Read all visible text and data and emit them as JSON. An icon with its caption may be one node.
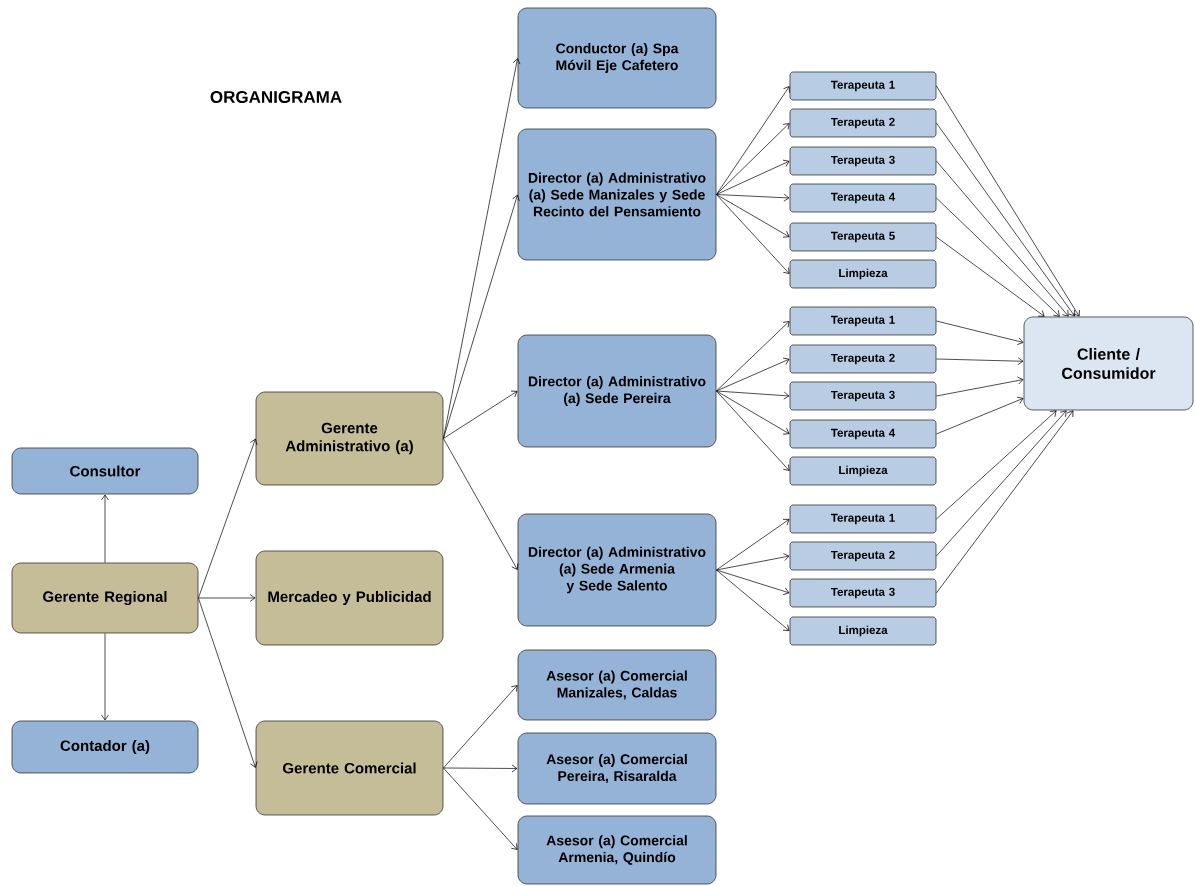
{
  "diagram": {
    "title": "ORGANIGRAMA",
    "nodes": [
      {
        "text": [
          "Consultor"
        ]
      },
      {
        "text": [
          "Gerente Regional"
        ]
      },
      {
        "text": [
          "Contador (a)"
        ]
      },
      {
        "text": [
          "Gerente Administrativo (a)"
        ]
      },
      {
        "text": [
          "Mercadeo y Publicidad"
        ]
      },
      {
        "text": [
          "Gerente Comercial"
        ]
      },
      {
        "text": [
          "Conductor (a) Spa Móvil Eje Cafetero"
        ]
      },
      {
        "text": [
          "Director (a) Administrativo (a) Sede Manizales y Sede Recinto del Pensamiento"
        ]
      },
      {
        "text": [
          "Director (a) Administrativo (a) Sede Pereira"
        ]
      },
      {
        "text": [
          "Director (a) Administrativo (a) Sede Armenia y Sede Salento"
        ]
      },
      {
        "text": [
          "Asesor (a) Comercial Manizales, Caldas"
        ]
      },
      {
        "text": [
          "Asesor (a) Comercial Pereira, Risaralda"
        ]
      },
      {
        "text": [
          "Asesor (a) Comercial Armenia, Quindío"
        ]
      },
      {
        "text": [
          "Terapeuta 1"
        ]
      },
      {
        "text": [
          "Terapeuta 2"
        ]
      },
      {
        "text": [
          "Terapeuta 3"
        ]
      },
      {
        "text": [
          "Terapeuta 4"
        ]
      },
      {
        "text": [
          "Terapeuta 5"
        ]
      },
      {
        "text": [
          "Limpieza"
        ]
      },
      {
        "text": [
          "Terapeuta 1"
        ]
      },
      {
        "text": [
          "Terapeuta 2"
        ]
      },
      {
        "text": [
          "Terapeuta 3"
        ]
      },
      {
        "text": [
          "Terapeuta 4"
        ]
      },
      {
        "text": [
          "Limpieza"
        ]
      },
      {
        "text": [
          "Terapeuta 1"
        ]
      },
      {
        "text": [
          "Terapeuta 2"
        ]
      },
      {
        "text": [
          "Terapeuta 3"
        ]
      },
      {
        "text": [
          "Limpieza"
        ]
      },
      {
        "text": [
          "Cliente / Consumidor"
        ]
      }
    ],
    "edges": [
      {
        "from": 1,
        "to": 0,
        "arrow": "to"
      },
      {
        "from": 1,
        "to": 2,
        "arrow": "to"
      },
      {
        "from": 1,
        "to": 3,
        "arrow": "to"
      },
      {
        "from": 1,
        "to": 4,
        "arrow": "to"
      },
      {
        "from": 1,
        "to": 5,
        "arrow": "to"
      },
      {
        "from": 3,
        "to": 6,
        "arrow": "to"
      },
      {
        "from": 3,
        "to": 7,
        "arrow": "to"
      },
      {
        "from": 3,
        "to": 8,
        "arrow": "to"
      },
      {
        "from": 3,
        "to": 9,
        "arrow": "to"
      },
      {
        "from": 5,
        "to": 10,
        "arrow": "to"
      },
      {
        "from": 5,
        "to": 11,
        "arrow": "to"
      },
      {
        "from": 5,
        "to": 12,
        "arrow": "to"
      },
      {
        "from": 7,
        "to": 13,
        "arrow": "to"
      },
      {
        "from": 7,
        "to": 14,
        "arrow": "to"
      },
      {
        "from": 7,
        "to": 15,
        "arrow": "to"
      },
      {
        "from": 7,
        "to": 16,
        "arrow": "to"
      },
      {
        "from": 7,
        "to": 17,
        "arrow": "to"
      },
      {
        "from": 7,
        "to": 18,
        "arrow": "to"
      },
      {
        "from": 8,
        "to": 19,
        "arrow": "to"
      },
      {
        "from": 8,
        "to": 20,
        "arrow": "to"
      },
      {
        "from": 8,
        "to": 21,
        "arrow": "to"
      },
      {
        "from": 8,
        "to": 22,
        "arrow": "to"
      },
      {
        "from": 8,
        "to": 23,
        "arrow": "to"
      },
      {
        "from": 9,
        "to": 24,
        "arrow": "to"
      },
      {
        "from": 9,
        "to": 25,
        "arrow": "to"
      },
      {
        "from": 9,
        "to": 26,
        "arrow": "to"
      },
      {
        "from": 9,
        "to": 27,
        "arrow": "to"
      },
      {
        "from": 13,
        "to": 28,
        "arrow": "to"
      },
      {
        "from": 14,
        "to": 28,
        "arrow": "to"
      },
      {
        "from": 15,
        "to": 28,
        "arrow": "to"
      },
      {
        "from": 16,
        "to": 28,
        "arrow": "to"
      },
      {
        "from": 17,
        "to": 28,
        "arrow": "to"
      },
      {
        "from": 19,
        "to": 28,
        "arrow": "to"
      },
      {
        "from": 20,
        "to": 28,
        "arrow": "to"
      },
      {
        "from": 21,
        "to": 28,
        "arrow": "to"
      },
      {
        "from": 22,
        "to": 28,
        "arrow": "to"
      },
      {
        "from": 24,
        "to": 28,
        "arrow": "to"
      },
      {
        "from": 25,
        "to": 28,
        "arrow": "to"
      },
      {
        "from": 26,
        "to": 28,
        "arrow": "to"
      }
    ]
  }
}
